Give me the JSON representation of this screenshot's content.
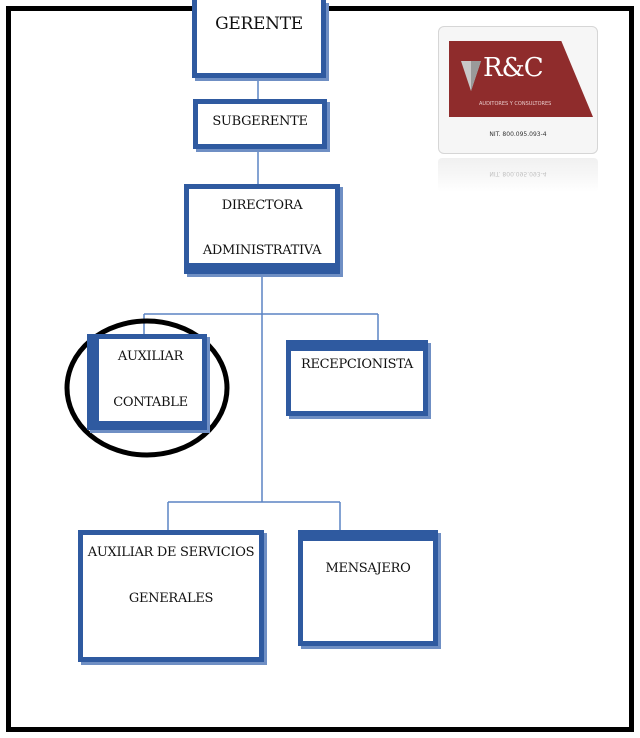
{
  "org_chart": {
    "gerente": "GERENTE",
    "subgerente": "SUBGERENTE",
    "directora_line1": "DIRECTORA",
    "directora_line2": "ADMINISTRATIVA",
    "auxiliar_contable_line1": "AUXILIAR",
    "auxiliar_contable_line2": "CONTABLE",
    "recepcionista": "RECEPCIONISTA",
    "servicios_line1": "AUXILIAR DE SERVICIOS",
    "servicios_line2": "GENERALES",
    "mensajero": "MENSAJERO"
  },
  "logo": {
    "brand": "R&C",
    "tagline": "AUDITORES Y CONSULTORES",
    "nit": "NIT. 800.095.093-4"
  },
  "colors": {
    "box_border": "#2f5aa0",
    "line": "#5b84c4",
    "highlight_ellipse": "#000000",
    "logo_red": "#8f2c2c"
  }
}
